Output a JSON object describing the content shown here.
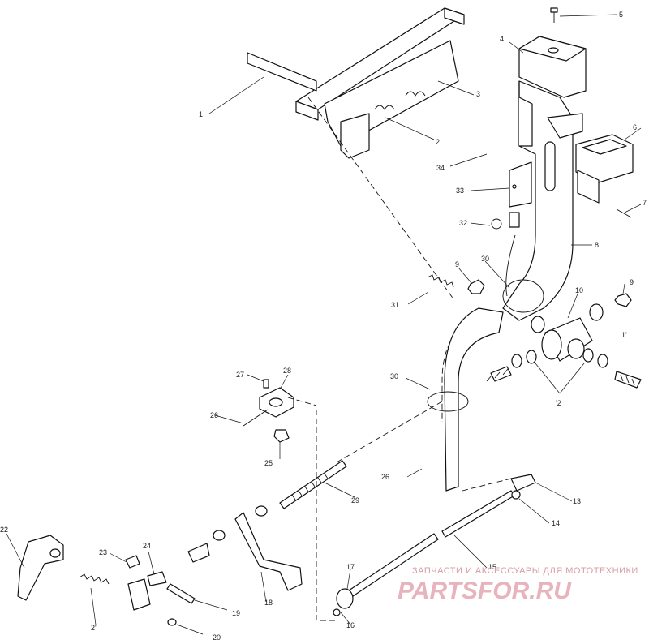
{
  "callouts": {
    "c1": "1",
    "c2": "2",
    "c3": "3",
    "c4": "4",
    "c5": "5",
    "c6": "6",
    "c7": "7",
    "c8": "8",
    "c9a": "9",
    "c9b": "9",
    "c10": "10",
    "c11": "1'",
    "c12": "'2",
    "c13": "13",
    "c14": "14",
    "c15": "15",
    "c16": "16",
    "c17": "17",
    "c18": "18",
    "c19": "19",
    "c20": "20",
    "c21": "2'",
    "c22": "22",
    "c23": "23",
    "c24": "24",
    "c25": "25",
    "c26a": "26",
    "c26b": "26",
    "c27": "27",
    "c28": "28",
    "c29": "29",
    "c30a": "30",
    "c30b": "30",
    "c31": "31",
    "c32": "32",
    "c33": "33",
    "c34": "34"
  },
  "watermark": {
    "caption": "ЗАПЧАСТИ И АКСЕССУАРЫ ДЛЯ МОТОТЕХНИКИ",
    "logo": "PARTSFOR.RU"
  }
}
